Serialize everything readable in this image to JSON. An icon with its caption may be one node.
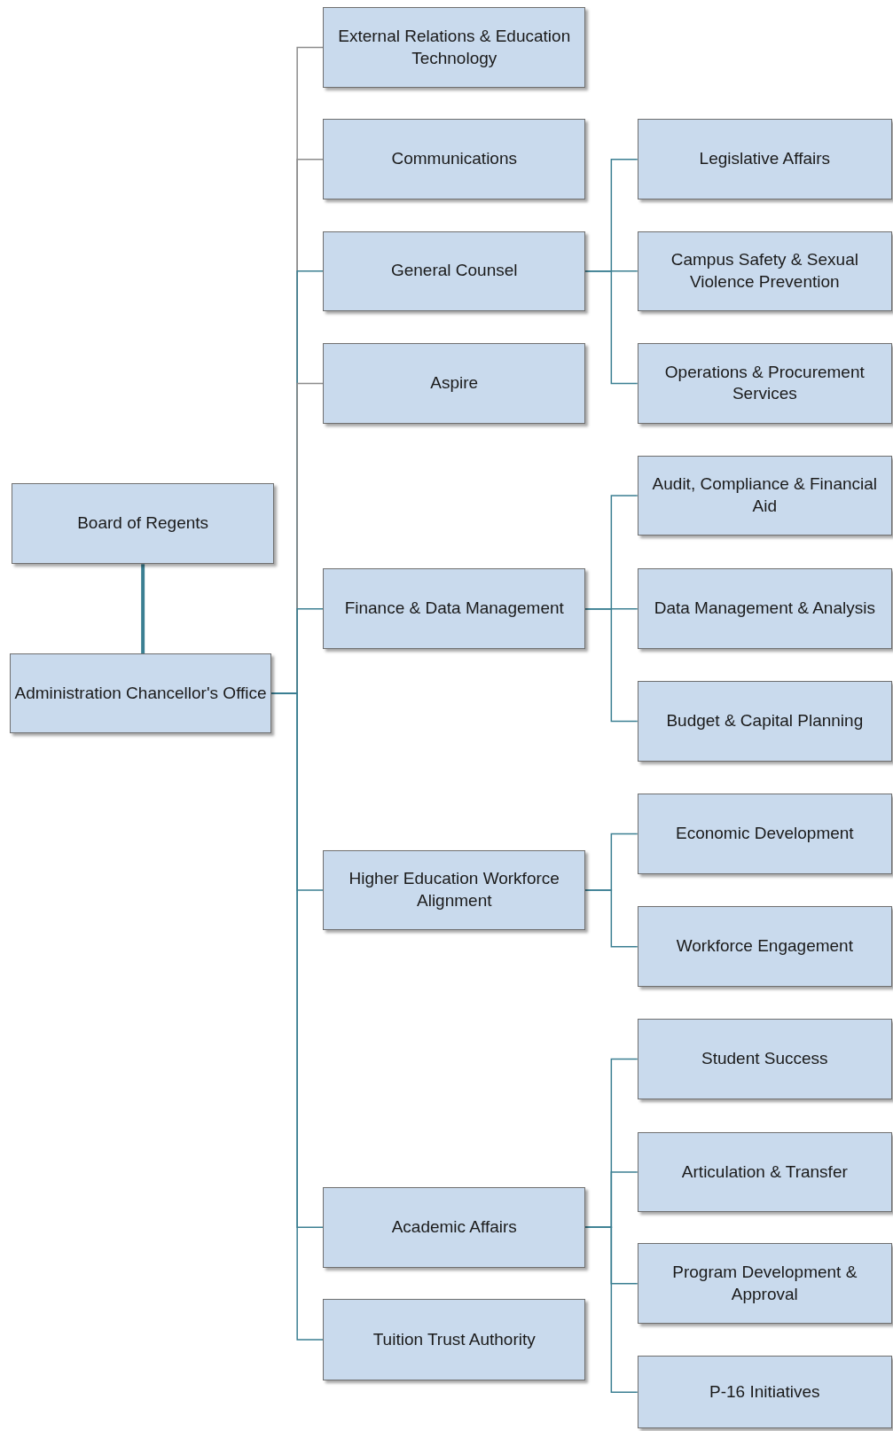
{
  "diagram": {
    "nodes": [
      {
        "text": [
          "Board of Regents"
        ]
      },
      {
        "text": [
          "Administration Chancellor's Office"
        ]
      },
      {
        "text": [
          "External Relations & Education Technology"
        ]
      },
      {
        "text": [
          "Communications"
        ]
      },
      {
        "text": [
          "General Counsel"
        ]
      },
      {
        "text": [
          "Aspire"
        ]
      },
      {
        "text": [
          "Finance & Data Management"
        ]
      },
      {
        "text": [
          "Higher Education Workforce Alignment"
        ]
      },
      {
        "text": [
          "Academic Affairs"
        ]
      },
      {
        "text": [
          "Tuition Trust Authority"
        ]
      },
      {
        "text": [
          "Legislative Affairs"
        ]
      },
      {
        "text": [
          "Campus Safety & Sexual Violence Prevention"
        ]
      },
      {
        "text": [
          "Operations & Procurement Services"
        ]
      },
      {
        "text": [
          "Audit, Compliance & Financial Aid"
        ]
      },
      {
        "text": [
          "Data Management & Analysis"
        ]
      },
      {
        "text": [
          "Budget & Capital Planning"
        ]
      },
      {
        "text": [
          "Economic Development"
        ]
      },
      {
        "text": [
          "Workforce Engagement"
        ]
      },
      {
        "text": [
          "Student Success"
        ]
      },
      {
        "text": [
          "Articulation & Transfer"
        ]
      },
      {
        "text": [
          "Program Development & Approval"
        ]
      },
      {
        "text": [
          "P-16 Initiatives"
        ]
      }
    ],
    "edges": [
      {
        "from": 0,
        "to": 1,
        "arrow": "none",
        "style": "thick"
      },
      {
        "from": 1,
        "to": 2,
        "arrow": "none",
        "color": "#8c8c8c"
      },
      {
        "from": 1,
        "to": 3,
        "arrow": "none",
        "color": "#8c8c8c"
      },
      {
        "from": 1,
        "to": 4,
        "arrow": "none"
      },
      {
        "from": 1,
        "to": 5,
        "arrow": "none",
        "color": "#8c8c8c"
      },
      {
        "from": 1,
        "to": 6,
        "arrow": "none"
      },
      {
        "from": 1,
        "to": 7,
        "arrow": "none"
      },
      {
        "from": 1,
        "to": 8,
        "arrow": "none"
      },
      {
        "from": 1,
        "to": 9,
        "arrow": "none"
      },
      {
        "from": 4,
        "to": 10,
        "arrow": "none"
      },
      {
        "from": 4,
        "to": 11,
        "arrow": "none"
      },
      {
        "from": 4,
        "to": 12,
        "arrow": "none"
      },
      {
        "from": 6,
        "to": 13,
        "arrow": "none"
      },
      {
        "from": 6,
        "to": 14,
        "arrow": "none"
      },
      {
        "from": 6,
        "to": 15,
        "arrow": "none"
      },
      {
        "from": 7,
        "to": 16,
        "arrow": "none"
      },
      {
        "from": 7,
        "to": 17,
        "arrow": "none"
      },
      {
        "from": 8,
        "to": 18,
        "arrow": "none"
      },
      {
        "from": 8,
        "to": 19,
        "arrow": "none"
      },
      {
        "from": 8,
        "to": 20,
        "arrow": "none"
      },
      {
        "from": 8,
        "to": 21,
        "arrow": "none"
      }
    ]
  }
}
